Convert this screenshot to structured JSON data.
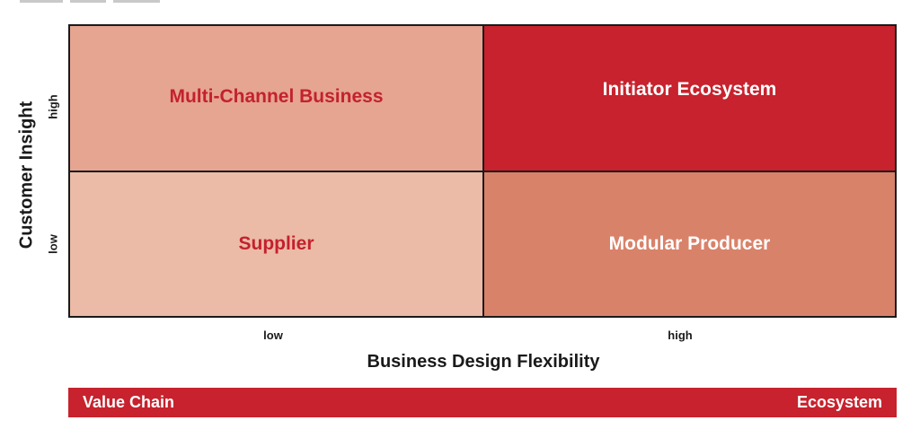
{
  "diagram": {
    "y_axis": {
      "title": "Customer Insight",
      "ticks": {
        "high": "high",
        "low": "low"
      }
    },
    "x_axis": {
      "title": "Business Design Flexibility",
      "ticks": {
        "low": "low",
        "high": "high"
      }
    },
    "quadrants": {
      "top_left": "Multi-Channel Business",
      "top_right": "Initiator Ecosystem",
      "bottom_left": "Supplier",
      "bottom_right": "Modular Producer"
    },
    "spectrum_bar": {
      "left_label": "Value Chain",
      "right_label": "Ecosystem"
    }
  },
  "colors": {
    "accent_red": "#c7222d",
    "light_salmon": "#e5a591",
    "pale_salmon": "#ebbba7",
    "mid_salmon": "#d9826a",
    "border": "#1a1a1a"
  }
}
